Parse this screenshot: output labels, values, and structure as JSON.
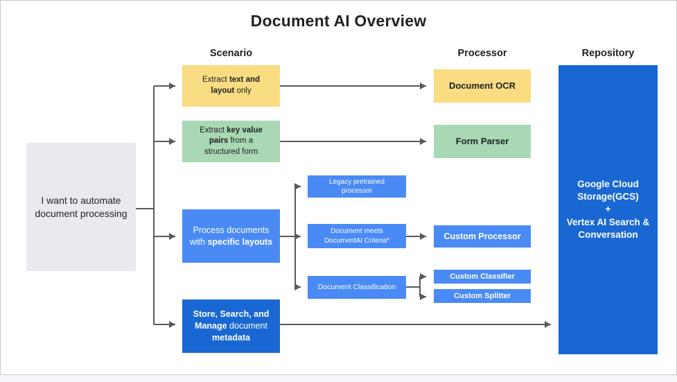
{
  "title": "Document AI Overview",
  "column_headers": {
    "scenario": "Scenario",
    "processor": "Processor",
    "repository": "Repository"
  },
  "intent_box": {
    "text": "I want to automate document processing"
  },
  "scenario_boxes": {
    "extract_text_layout": {
      "rich": [
        {
          "t": "Extract ",
          "b": false
        },
        {
          "t": "text and layout",
          "b": true
        },
        {
          "t": " only",
          "b": false
        }
      ]
    },
    "extract_key_value": {
      "rich": [
        {
          "t": "Extract ",
          "b": false
        },
        {
          "t": "key value pairs",
          "b": true
        },
        {
          "t": " from a structured form",
          "b": false
        }
      ]
    },
    "specific_layouts": {
      "rich": [
        {
          "t": "Process documents with ",
          "b": false
        },
        {
          "t": "specific layouts",
          "b": true
        }
      ]
    },
    "store_search_manage": {
      "rich": [
        {
          "t": "Store, Search, and Manage",
          "b": true
        },
        {
          "t": " document ",
          "b": false
        },
        {
          "t": "metadata",
          "b": true
        }
      ]
    }
  },
  "decision_boxes": {
    "legacy_pretrained": {
      "label": "Legacy pretrained processor"
    },
    "documentai_criteria": {
      "label": "Document meets DocumentAI Criteria*"
    },
    "document_classification": {
      "label": "Document Classification"
    }
  },
  "processor_boxes": {
    "document_ocr": {
      "label": "Document OCR"
    },
    "form_parser": {
      "label": "Form Parser"
    },
    "custom_processor": {
      "label": "Custom Processor"
    },
    "custom_classifier": {
      "label": "Custom Classifier"
    },
    "custom_splitter": {
      "label": "Custom Splitter"
    }
  },
  "repository_box": {
    "lines": [
      "Google Cloud Storage(GCS)",
      "+",
      "Vertex AI Search & Conversation"
    ]
  },
  "colors": {
    "yellow": "#fadc82",
    "green": "#a8d8b4",
    "blue": "#4a8af4",
    "dark_blue": "#1967d2",
    "gray": "#e8eaed",
    "arrow": "#565a5e",
    "text_dark": "#202124"
  }
}
